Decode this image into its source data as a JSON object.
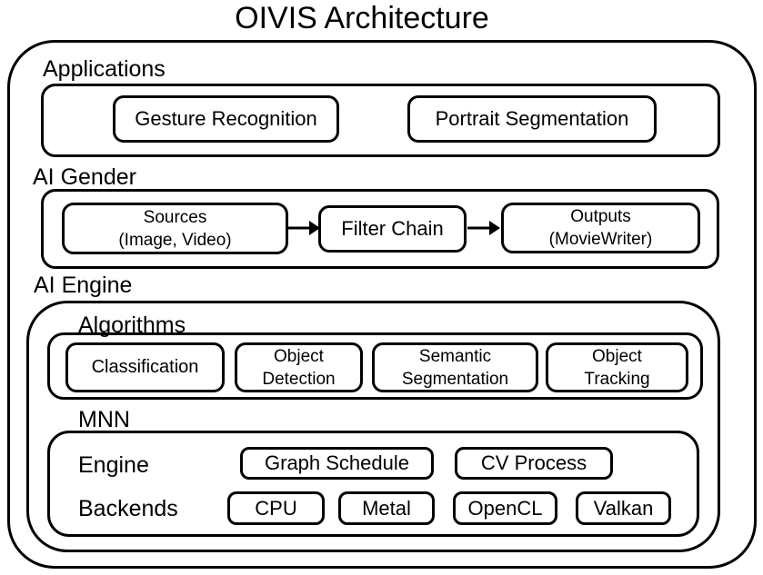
{
  "title": "OIVIS Architecture",
  "colors": {
    "line": "#000000",
    "background": "#ffffff"
  },
  "applications": {
    "label": "Applications",
    "nodes": [
      {
        "label": "Gesture Recognition"
      },
      {
        "label": "Portrait Segmentation"
      }
    ]
  },
  "ai_gender": {
    "label": "AI Gender",
    "nodes": [
      {
        "lines": [
          "Sources",
          "(Image, Video)"
        ]
      },
      {
        "lines": [
          "Filter Chain"
        ]
      },
      {
        "lines": [
          "Outputs",
          "(MovieWriter)"
        ]
      }
    ],
    "arrows": [
      "sources-to-filterchain",
      "filterchain-to-outputs"
    ]
  },
  "ai_engine": {
    "label": "AI Engine",
    "algorithms": {
      "label": "Algorithms",
      "nodes": [
        {
          "lines": [
            "Classification"
          ]
        },
        {
          "lines": [
            "Object",
            "Detection"
          ]
        },
        {
          "lines": [
            "Semantic",
            "Segmentation"
          ]
        },
        {
          "lines": [
            "Object",
            "Tracking"
          ]
        }
      ]
    },
    "mnn": {
      "label": "MNN",
      "engine_row": {
        "label": "Engine",
        "nodes": [
          "Graph Schedule",
          "CV Process"
        ]
      },
      "backends_row": {
        "label": "Backends",
        "nodes": [
          "CPU",
          "Metal",
          "OpenCL",
          "Valkan"
        ]
      }
    }
  }
}
